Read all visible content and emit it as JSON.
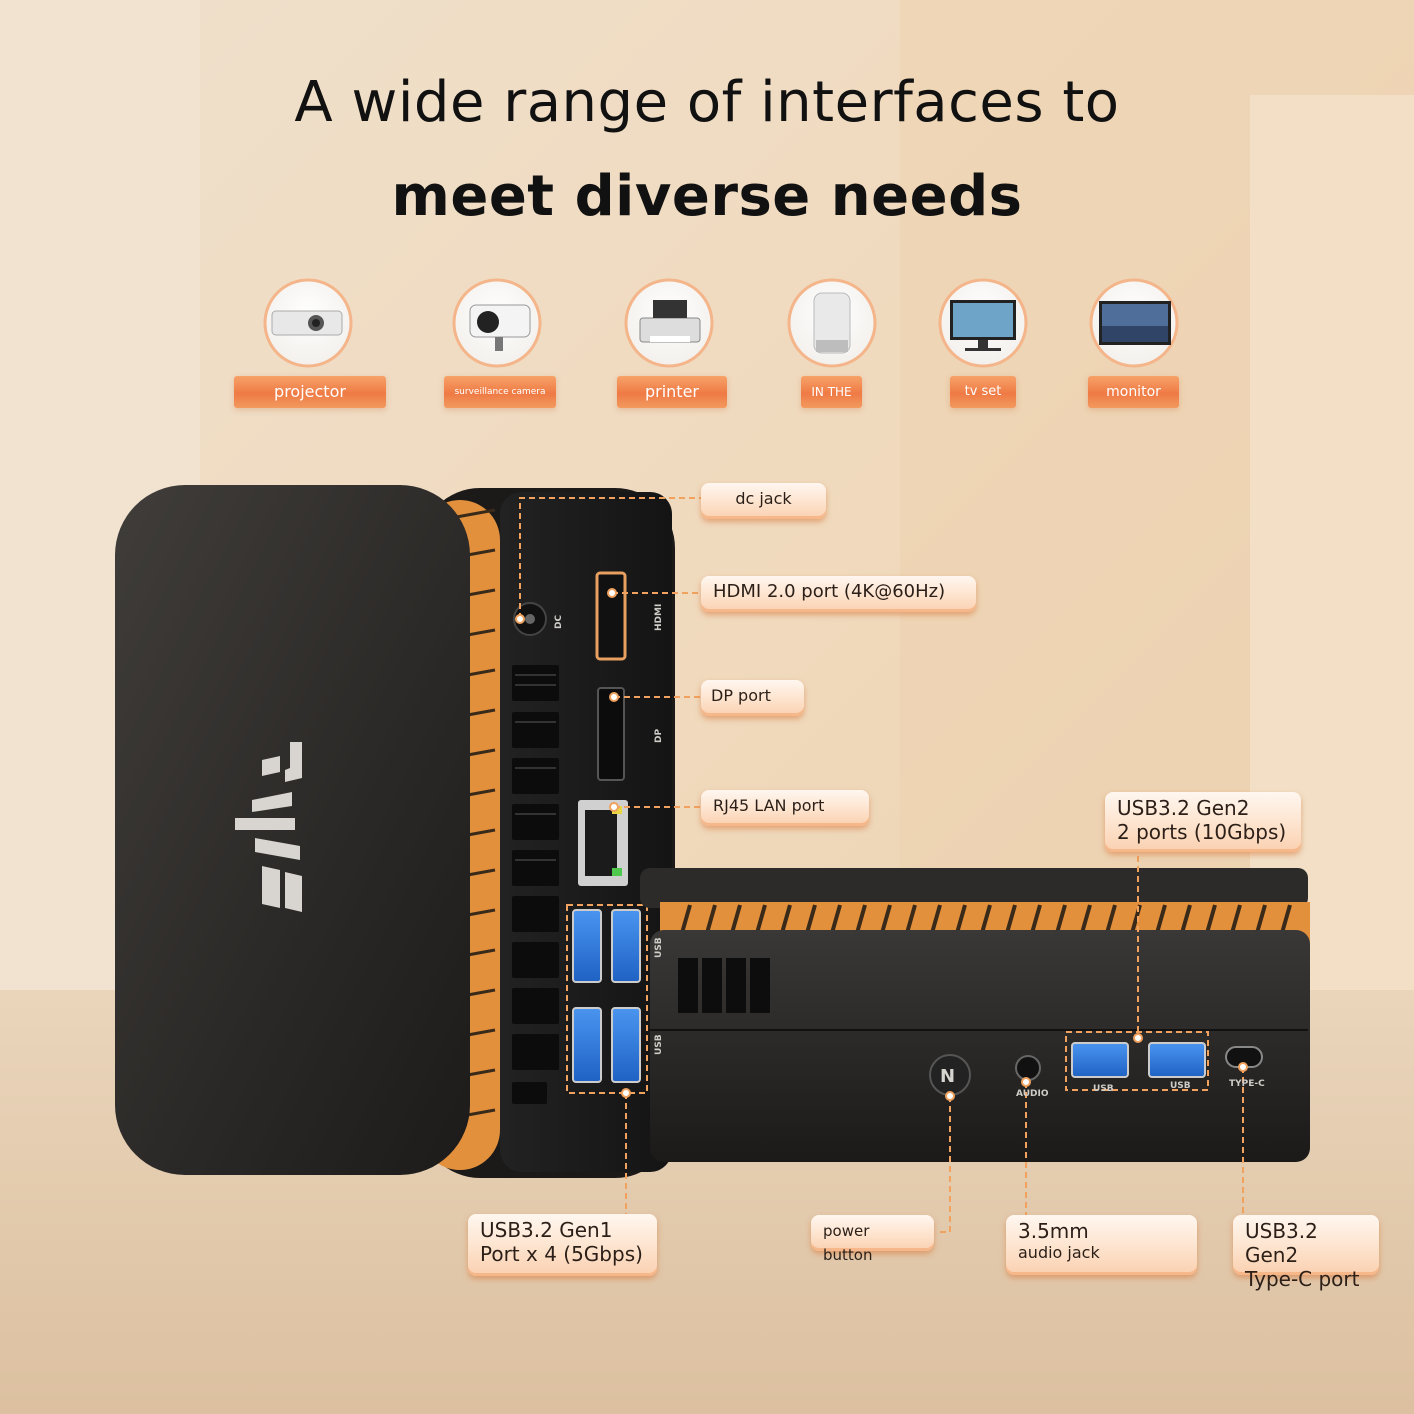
{
  "headline": {
    "line1": "A wide range of interfaces to",
    "line2": "meet diverse needs"
  },
  "devices": [
    {
      "icon": "projector-icon",
      "label": "projector"
    },
    {
      "icon": "surveillance-camera-icon",
      "label": "surveillance camera"
    },
    {
      "icon": "printer-icon",
      "label": "printer"
    },
    {
      "icon": "speaker-icon",
      "label": "IN THE"
    },
    {
      "icon": "tv-set-icon",
      "label": "tv set"
    },
    {
      "icon": "monitor-icon",
      "label": "monitor"
    }
  ],
  "callouts": {
    "dc_jack": "dc jack",
    "hdmi": "HDMI 2.0 port (4K@60Hz)",
    "dp": "DP port",
    "rj45": "RJ45 LAN port",
    "usb_gen2_a": {
      "line1": "USB3.2 Gen2",
      "line2": "2 ports (10Gbps)"
    },
    "usb_gen1": {
      "line1": "USB3.2 Gen1",
      "line2": "Port x 4 (5Gbps)"
    },
    "power": "power button",
    "audio": {
      "line1": "3.5mm",
      "line2": "audio jack"
    },
    "typec": {
      "line1": "USB3.2 Gen2",
      "line2": "Type-C port"
    }
  },
  "port_markings": {
    "dc": "DC",
    "hdmi": "HDMI",
    "dp": "DP",
    "usb": "USB",
    "audio": "AUDIO",
    "typec": "TYPE-C",
    "power_glyph": "N"
  },
  "colors": {
    "accent_orange": "#ef7a45",
    "device_body": "#2b2927",
    "usb_blue": "#2f7fe0",
    "vent_copper": "#e3903c"
  }
}
